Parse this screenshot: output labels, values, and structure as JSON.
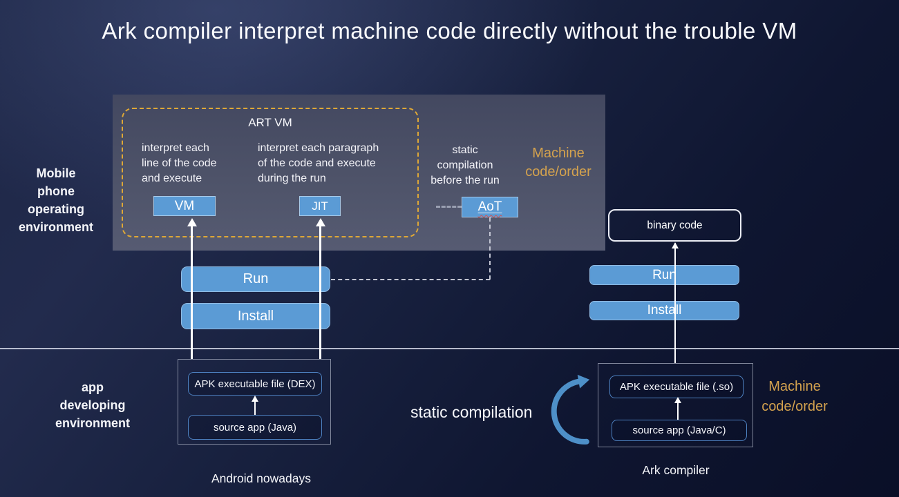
{
  "title": "Ark compiler interpret machine code directly without the trouble VM",
  "labels": {
    "os_env": "Mobile\nphone\noperating\nenvironment",
    "dev_env": "app\ndeveloping\nenvironment",
    "static_compilation": "static compilation"
  },
  "panel": {
    "art_vm_label": "ART VM",
    "machine_code_label": "Machine\ncode/order",
    "vm": {
      "desc": "interpret each\nline of the code\nand execute",
      "label": "VM"
    },
    "jit": {
      "desc": "interpret each paragraph\nof the code and execute\nduring the run",
      "label": "JIT"
    },
    "aot": {
      "desc": "static\ncompilation\nbefore the run",
      "label": "AoT"
    }
  },
  "left_flow": {
    "run_label": "Run",
    "install_label": "Install"
  },
  "right_flow": {
    "binary_label": "binary code",
    "run_label": "Run",
    "install_label": "Install"
  },
  "android_stack": {
    "apk_label": "APK executable file (DEX)",
    "source_label": "source app (Java)",
    "caption": "Android nowadays"
  },
  "ark_stack": {
    "apk_label": "APK executable file (.so)",
    "source_label": "source app (Java/C)",
    "caption": "Ark compiler",
    "machine_code_label": "Machine\ncode/order"
  },
  "colors": {
    "accent_blue": "#5b9bd5",
    "gold": "#d4a24e",
    "dashed_border_gold": "#dfa836",
    "panel_gray": "#4e5369",
    "background_navy": "#131b38"
  }
}
